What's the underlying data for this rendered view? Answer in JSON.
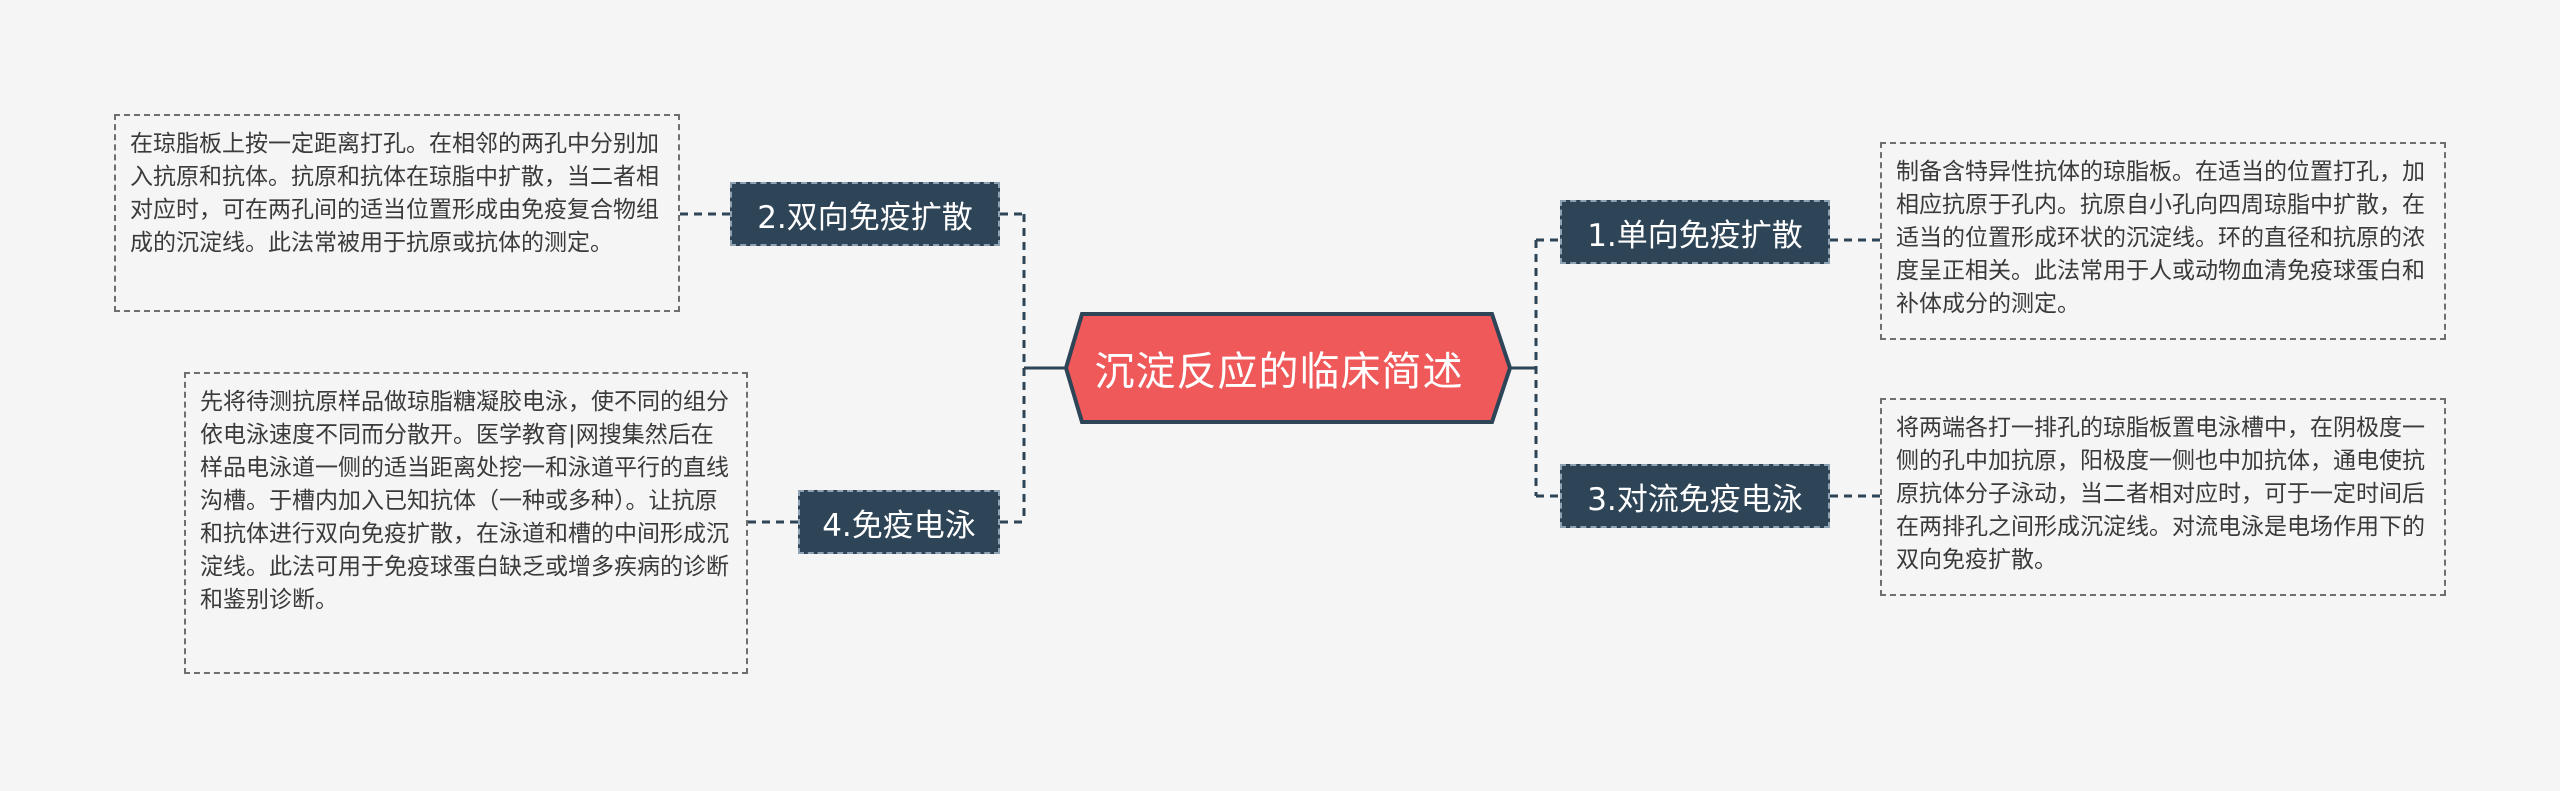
{
  "root": {
    "title": "沉淀反应的临床简述"
  },
  "branches": [
    {
      "label": "1.单向免疫扩散",
      "note": "制备含特异性抗体的琼脂板。在适当的位置打孔，加相应抗原于孔内。抗原自小孔向四周琼脂中扩散，在适当的位置形成环状的沉淀线。环的直径和抗原的浓度呈正相关。此法常用于人或动物血清免疫球蛋白和补体成分的测定。"
    },
    {
      "label": "2.双向免疫扩散",
      "note": "在琼脂板上按一定距离打孔。在相邻的两孔中分别加入抗原和抗体。抗原和抗体在琼脂中扩散，当二者相对应时，可在两孔间的适当位置形成由免疫复合物组成的沉淀线。此法常被用于抗原或抗体的测定。"
    },
    {
      "label": "3.对流免疫电泳",
      "note": "将两端各打一排孔的琼脂板置电泳槽中，在阴极度一侧的孔中加抗原，阳极度一侧也中加抗体，通电使抗原抗体分子泳动，当二者相对应时，可于一定时间后在两排孔之间形成沉淀线。对流电泳是电场作用下的双向免疫扩散。"
    },
    {
      "label": "4.免疫电泳",
      "note": "先将待测抗原样品做琼脂糖凝胶电泳，使不同的组分依电泳速度不同而分散开。医学教育|网搜集然后在样品电泳道一侧的适当距离处挖一和泳道平行的直线沟槽。于槽内加入已知抗体（一种或多种）。让抗原和抗体进行双向免疫扩散，在泳道和槽的中间形成沉淀线。此法可用于免疫球蛋白缺乏或增多疾病的诊断和鉴别诊断。"
    }
  ],
  "colors": {
    "root_fill": "#f0595a",
    "root_stroke": "#2e4457",
    "branch_fill": "#2e4457",
    "connector": "#2e4457",
    "note_border": "#6f6f6f",
    "background": "#f5f5f5"
  }
}
